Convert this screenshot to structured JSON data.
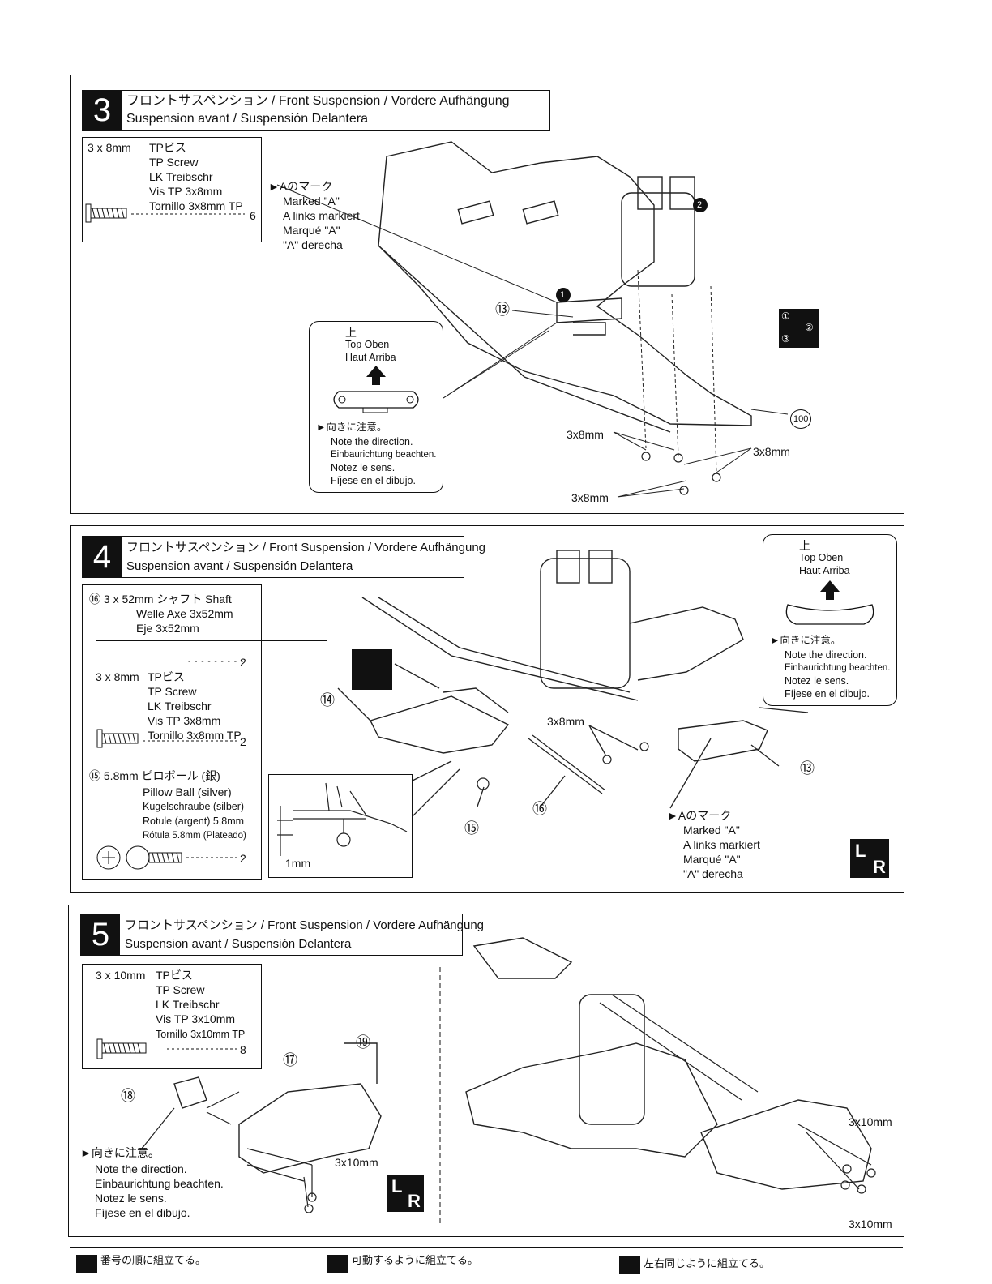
{
  "step3": {
    "number": "3",
    "title_line1": "フロントサスペンション / Front Suspension / Vordere Aufhängung",
    "title_line2": "Suspension avant / Suspensión Delantera",
    "parts": {
      "size": "3 x 8mm",
      "jp": "TPビス",
      "en": "TP Screw",
      "de": "LK Treibschr",
      "fr": "Vis TP 3x8mm",
      "es": "Tornillo 3x8mm TP",
      "qty": "6"
    },
    "marked": [
      "►Aのマーク",
      "Marked \"A\"",
      "A links markiert",
      "Marqué \"A\"",
      "\"A\" derecha"
    ],
    "topbox": {
      "jp": "上",
      "row1": "Top   Oben",
      "row2": "Haut   Arriba"
    },
    "direction": [
      "►向きに注意。",
      "Note the direction.",
      "Einbaurichtung beachten.",
      "Notez le sens.",
      "Fíjese en el dibujo."
    ],
    "labels": {
      "screw_a": "3x8mm",
      "screw_b": "3x8mm",
      "screw_c": "3x8mm",
      "part13": "⑬",
      "part100": "100",
      "n1": "1",
      "n2": "2",
      "seq1": "①",
      "seq2": "②",
      "seq3": "③"
    }
  },
  "step4": {
    "number": "4",
    "title_line1": "フロントサスペンション / Front Suspension / Vordere Aufhängung",
    "title_line2": "Suspension avant / Suspensión Delantera",
    "shaft": {
      "line1": "⑯ 3 x 52mm シャフト  Shaft",
      "line2": "Welle   Axe 3x52mm",
      "line3": "Eje 3x52mm",
      "qty": "2"
    },
    "screw": {
      "size": "3 x 8mm",
      "jp": "TPビス",
      "en": "TP Screw",
      "de": "LK Treibschr",
      "fr": "Vis TP 3x8mm",
      "es": "Tornillo 3x8mm TP",
      "qty": "2"
    },
    "ball": {
      "line1": "⑮ 5.8mm ピロボール (銀)",
      "en": "Pillow Ball (silver)",
      "de": "Kugelschraube (silber)",
      "fr": "Rotule (argent) 5,8mm",
      "es": "Rótula 5.8mm (Plateado)",
      "qty": "2"
    },
    "topbox": {
      "jp": "上",
      "row1": "Top   Oben",
      "row2": "Haut   Arriba"
    },
    "direction": [
      "►向きに注意。",
      "Note the direction.",
      "Einbaurichtung beachten.",
      "Notez le sens.",
      "Fíjese en el dibujo."
    ],
    "marked": [
      "►Aのマーク",
      "Marked \"A\"",
      "A links markiert",
      "Marqué \"A\"",
      "\"A\" derecha"
    ],
    "labels": {
      "screw": "3x8mm",
      "gap": "1mm",
      "p14": "⑭",
      "p15": "⑮",
      "p16": "⑯",
      "p13": "⑬"
    },
    "lr": {
      "l": "L",
      "r": "R"
    }
  },
  "step5": {
    "number": "5",
    "title_line1": "フロントサスペンション / Front Suspension / Vordere Aufhängung",
    "title_line2": "Suspension avant / Suspensión Delantera",
    "screw": {
      "size": "3 x 10mm",
      "jp": "TPビス",
      "en": "TP Screw",
      "de": "LK Treibschr",
      "fr": "Vis TP 3x10mm",
      "es": "Tornillo 3x10mm TP",
      "qty": "8"
    },
    "direction": [
      "►向きに注意。",
      "Note the direction.",
      "Einbaurichtung beachten.",
      "Notez le sens.",
      "Fíjese en el dibujo."
    ],
    "labels": {
      "screw_left": "3x10mm",
      "screw_right_top": "3x10mm",
      "screw_right_bottom": "3x10mm",
      "p17": "⑰",
      "p18": "⑱",
      "p19": "⑲"
    },
    "lr": {
      "l": "L",
      "r": "R"
    }
  },
  "footer": {
    "item1": "番号の順に組立てる。",
    "item2": "可動するように組立てる。",
    "item3": "左右同じように組立てる。"
  }
}
